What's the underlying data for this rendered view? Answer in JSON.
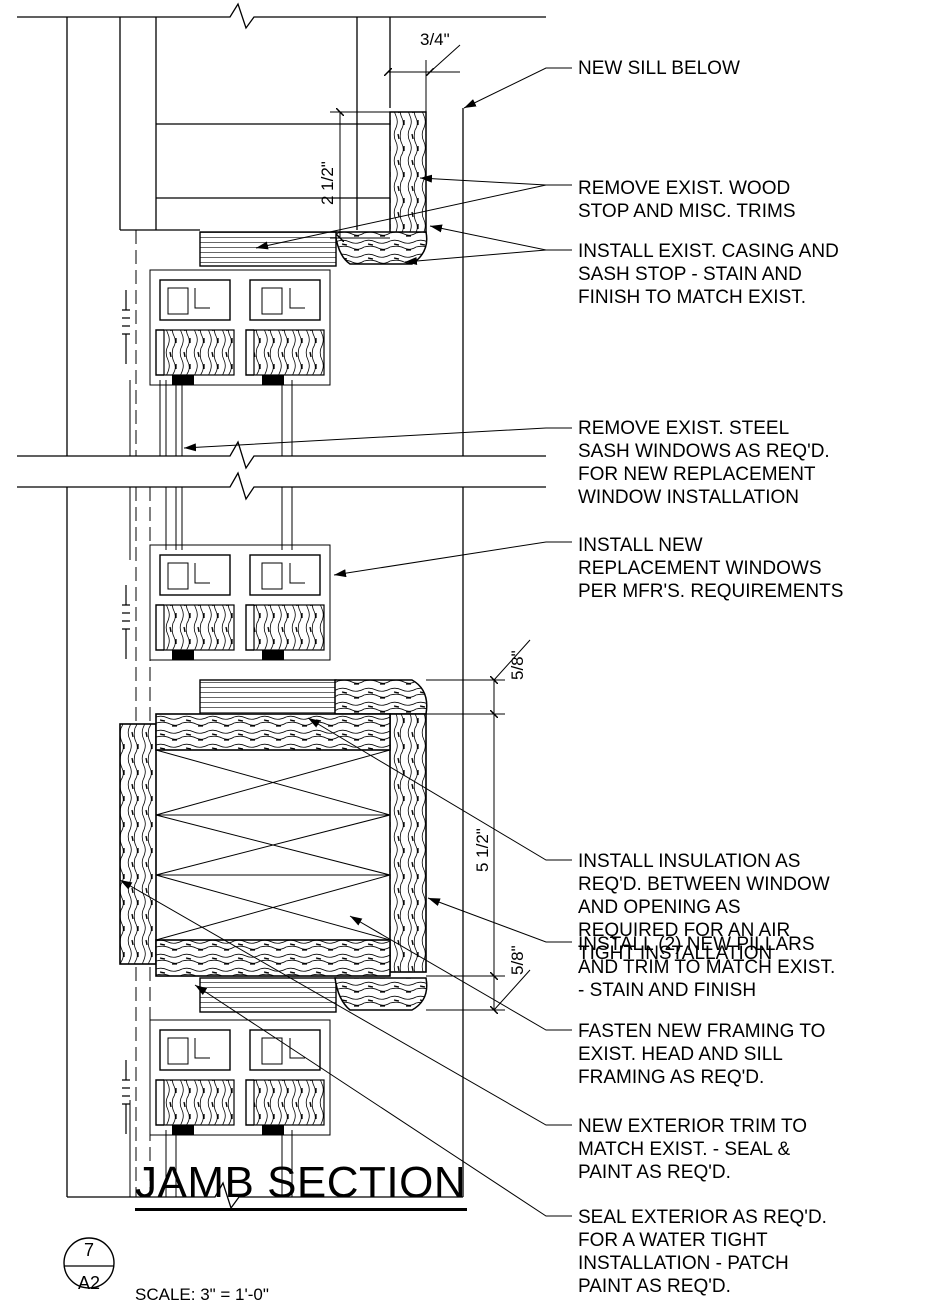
{
  "notes": [
    {
      "id": "new_sill",
      "text": "NEW SILL BELOW"
    },
    {
      "id": "remove_stop",
      "text": "REMOVE EXIST. WOOD\nSTOP AND MISC. TRIMS"
    },
    {
      "id": "install_casing",
      "text": "INSTALL EXIST. CASING AND\nSASH STOP - STAIN AND\nFINISH TO MATCH EXIST."
    },
    {
      "id": "remove_steel",
      "text": "REMOVE EXIST. STEEL\nSASH WINDOWS AS REQ'D.\nFOR NEW REPLACEMENT\nWINDOW INSTALLATION"
    },
    {
      "id": "install_windows",
      "text": "INSTALL NEW\nREPLACEMENT WINDOWS\nPER MFR'S. REQUIREMENTS"
    },
    {
      "id": "insulation",
      "text": "INSTALL INSULATION AS\nREQ'D. BETWEEN WINDOW\nAND OPENING AS\nREQUIRED FOR AN AIR\nTIGHT INSTALLATION"
    },
    {
      "id": "pillars",
      "text": "INSTALL (2) NEW PILLARS\nAND TRIM TO MATCH EXIST.\n- STAIN AND FINISH"
    },
    {
      "id": "fasten",
      "text": "FASTEN NEW FRAMING TO\nEXIST. HEAD AND SILL\nFRAMING AS REQ'D."
    },
    {
      "id": "ext_trim",
      "text": "NEW EXTERIOR TRIM TO\nMATCH EXIST. - SEAL &\nPAINT AS REQ'D."
    },
    {
      "id": "seal",
      "text": "SEAL EXTERIOR AS REQ'D.\nFOR A WATER TIGHT\nINSTALLATION - PATCH\nPAINT AS REQ'D."
    }
  ],
  "dimensions": {
    "d_3_4": "3/4\"",
    "d_2_1_2": "2 1/2\"",
    "d_5_8_top": "5/8\"",
    "d_5_1_2": "5 1/2\"",
    "d_5_8_bot": "5/8\""
  },
  "title": {
    "name": "JAMB SECTION",
    "scale": "SCALE: 3\" = 1'-0\"",
    "detail_number": "7",
    "sheet": "A2"
  }
}
